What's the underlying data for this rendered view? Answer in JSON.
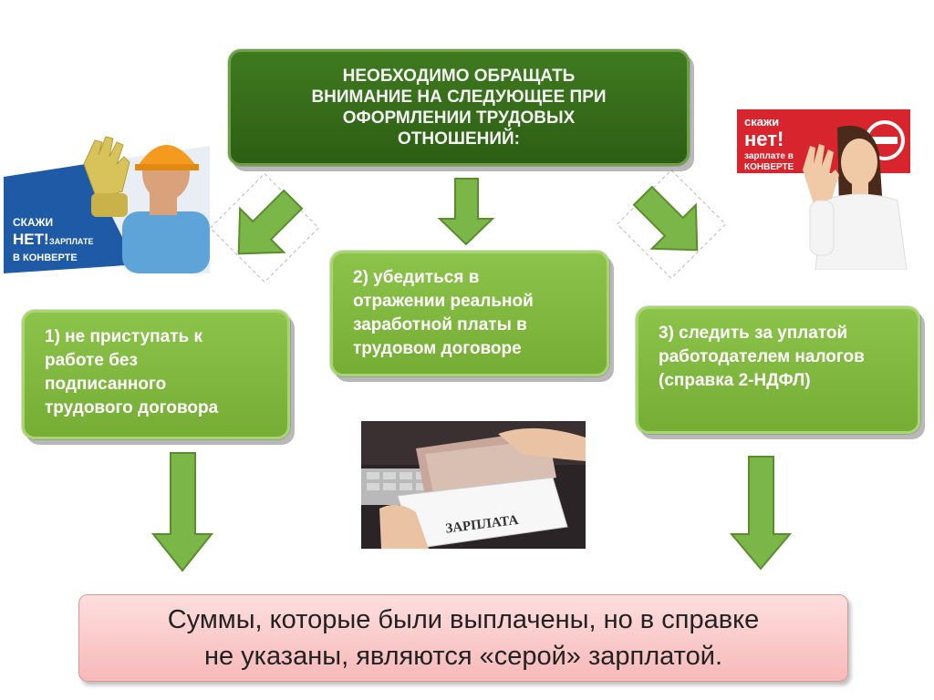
{
  "top_box": {
    "text": "НЕОБХОДИМО ОБРАЩАТЬ\nВНИМАНИЕ НА СЛЕДУЮЩЕЕ ПРИ\nОФОРМЛЕНИИ ТРУДОВЫХ\nОТНОШЕНИЙ:"
  },
  "steps": [
    {
      "text": "1) не приступать к\nработе без\nподписанного\nтрудового договора"
    },
    {
      "text": "2) убедиться в\nотражении реальной\nзаработной платы в\nтрудовом договоре"
    },
    {
      "text": "3) следить за уплатой\nработодателем налогов\n(справка 2-НДФЛ)"
    }
  ],
  "bottom_box": {
    "text": "Суммы, которые были выплачены, но в справке\nне указаны, являются «серой» зарплатой."
  },
  "left_banner": {
    "line1": "СКАЖИ",
    "line2": "НЕТ!",
    "line3": "ЗАРПЛАТЕ",
    "line4": "В КОНВЕРТЕ"
  },
  "right_banner": {
    "line1": "скажи",
    "line2": "нет!",
    "line3": "зарплате в",
    "line4": "КОНВЕРТЕ"
  },
  "envelope_label": "ЗАРПЛАТА",
  "colors": {
    "dark_green": "#2d5e14",
    "light_green": "#7eb63c",
    "arrow_green": "#7ab648",
    "pink": "#f7c0c0",
    "banner_blue": "#1f5aa6",
    "banner_red": "#d8242c"
  }
}
